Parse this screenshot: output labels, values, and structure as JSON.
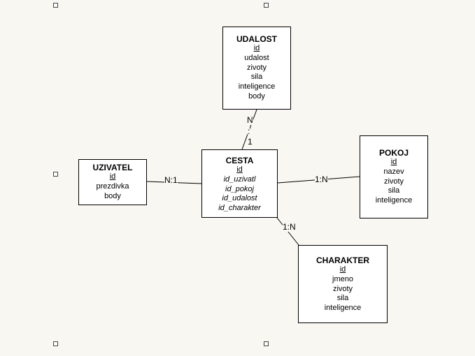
{
  "entities": {
    "udalost": {
      "name": "UDALOST",
      "pk": "id",
      "attrs": [
        "udalost",
        "zivoty",
        "sila",
        "inteligence",
        "body"
      ]
    },
    "uzivatel": {
      "name": "UZIVATEL",
      "pk": "id",
      "attrs": [
        "prezdivka",
        "body"
      ]
    },
    "cesta": {
      "name": "CESTA",
      "pk": "id",
      "fks": [
        "id_uzivatl",
        "id_pokoj",
        "id_udalost",
        "id_charakter"
      ]
    },
    "pokoj": {
      "name": "POKOJ",
      "pk": "id",
      "attrs": [
        "nazev",
        "zivoty",
        "sila",
        "inteligence"
      ]
    },
    "charakter": {
      "name": "CHARAKTER",
      "pk": "id",
      "attrs": [
        "jmeno",
        "zivoty",
        "sila",
        "inteligence"
      ]
    }
  },
  "relations": {
    "udalost_cesta": {
      "n": "N",
      "sep": ":",
      "one": "1"
    },
    "uzivatel_cesta": "N:1",
    "cesta_pokoj": "1:N",
    "cesta_charakter": "1:N"
  }
}
